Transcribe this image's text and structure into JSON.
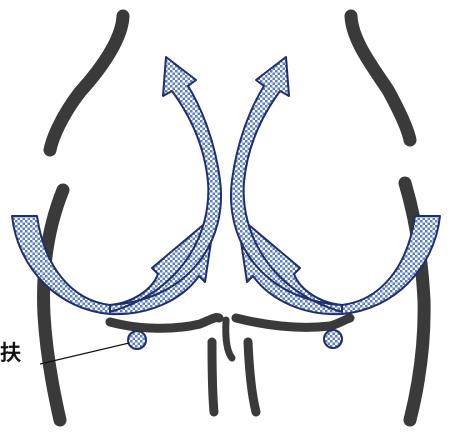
{
  "callout": {
    "label": "扶"
  },
  "colors": {
    "body_outline": "#3a3a3a",
    "arrow_outline": "#1f2f6b",
    "arrow_pattern_light": "#ffffff",
    "arrow_pattern_dark": "#5b7ec4",
    "point_fill": "#8fb1e6"
  },
  "icons": {
    "arrow_shape": "curved-up-arrow",
    "point_marker": "circle-dot"
  }
}
